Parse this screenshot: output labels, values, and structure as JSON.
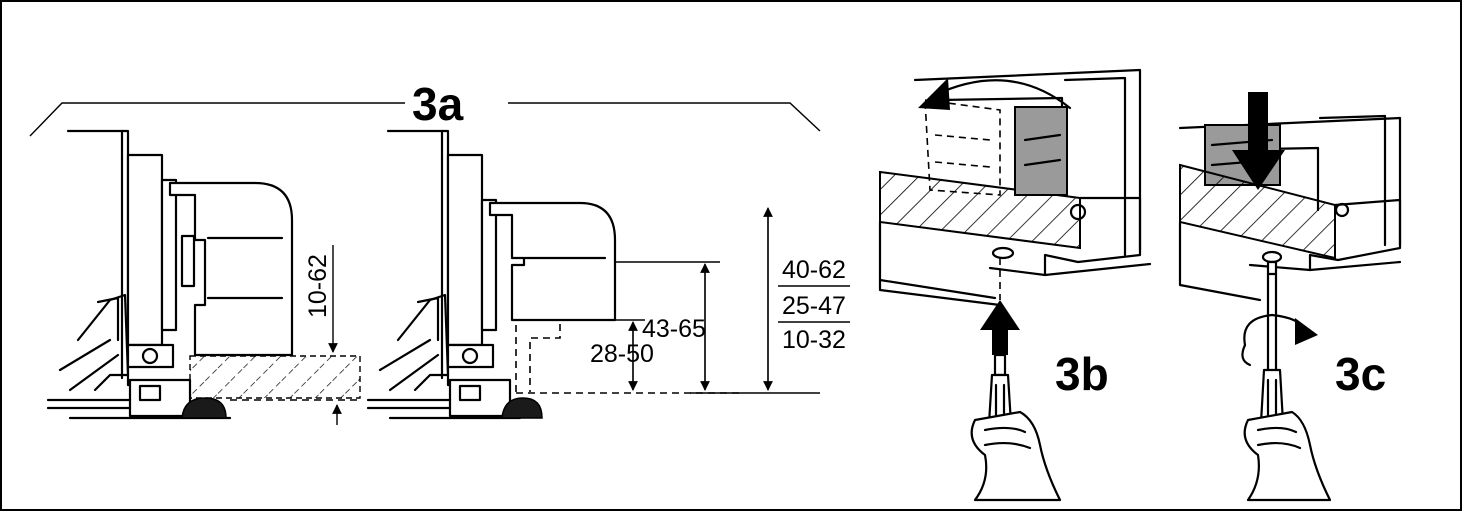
{
  "labels": {
    "fig_a": "3a",
    "fig_b": "3b",
    "fig_c": "3c"
  },
  "dimensions": {
    "d1": "10-62",
    "d2": "43-65",
    "d3": "28-50",
    "stack_top": "40-62",
    "stack_mid": "25-47",
    "stack_bot": "10-32"
  }
}
